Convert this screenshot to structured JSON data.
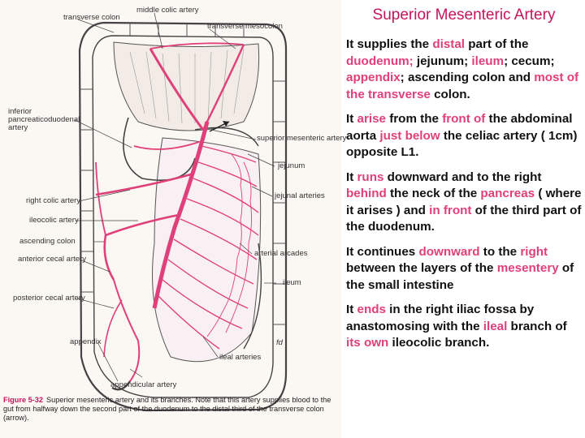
{
  "slide": {
    "title": "Superior Mesenteric Artery",
    "paragraphs": [
      [
        {
          "t": "It supplies the "
        },
        {
          "t": "distal",
          "h": true
        },
        {
          "t": " part of the "
        },
        {
          "t": "duodenum;",
          "h": true
        },
        {
          "t": " jejunum; "
        },
        {
          "t": "ileum",
          "h": true
        },
        {
          "t": "; cecum; "
        },
        {
          "t": "appendix",
          "h": true
        },
        {
          "t": "; ascending colon and "
        },
        {
          "t": "most of the transverse",
          "h": true
        },
        {
          "t": " colon."
        }
      ],
      [
        {
          "t": "It "
        },
        {
          "t": "arise",
          "h": true
        },
        {
          "t": " from the "
        },
        {
          "t": "front of",
          "h": true
        },
        {
          "t": " the abdominal aorta "
        },
        {
          "t": "just below",
          "h": true
        },
        {
          "t": " the celiac artery ( 1cm) opposite L1."
        }
      ],
      [
        {
          "t": "It "
        },
        {
          "t": "runs",
          "h": true
        },
        {
          "t": " downward and to the right "
        },
        {
          "t": "behind",
          "h": true
        },
        {
          "t": " the neck of the "
        },
        {
          "t": "pancreas",
          "h": true
        },
        {
          "t": " ( where it arises ) and "
        },
        {
          "t": "in front",
          "h": true
        },
        {
          "t": " of the third part of the duodenum."
        }
      ],
      [
        {
          "t": "It continues "
        },
        {
          "t": "downward",
          "h": true
        },
        {
          "t": " to the "
        },
        {
          "t": "right",
          "h": true
        },
        {
          "t": " between the layers of the "
        },
        {
          "t": "mesentery",
          "h": true
        },
        {
          "t": " of the small intestine"
        }
      ],
      [
        {
          "t": "It "
        },
        {
          "t": "ends",
          "h": true
        },
        {
          "t": " in the right iliac fossa by anastomosing with the "
        },
        {
          "t": "ileal",
          "h": true
        },
        {
          "t": " branch of "
        },
        {
          "t": "its own",
          "h": true
        },
        {
          "t": " ileocolic branch."
        }
      ]
    ]
  },
  "figure": {
    "labels": {
      "transverse_colon": "transverse colon",
      "middle_colic_artery": "middle colic artery",
      "transverse_mesocolon": "transverse mesocolon",
      "inferior_pancreaticoduodenal": "inferior pancreaticoduodenal artery",
      "superior_mesenteric_artery": "superior mesenteric artery",
      "jejunum": "jejunum",
      "right_colic_artery": "right colic artery",
      "jejunal_arteries": "jejunal arteries",
      "ileocolic_artery": "ileocolic artery",
      "ascending_colon": "ascending colon",
      "arterial_arcades": "arterial arcades",
      "anterior_cecal_artery": "anterior cecal artery",
      "ileum": "ileum",
      "posterior_cecal_artery": "posterior cecal artery",
      "appendix": "appendix",
      "ileal_arteries": "ileal arteries",
      "appendicular_artery": "appendicular artery",
      "signature": "fd"
    },
    "caption_number": "Figure 5-32",
    "caption_text": "Superior mesenteric artery and its branches. Note that this artery supplies blood to the gut from halfway down the second part of the duodenum to the distal third of the transverse colon (arrow).",
    "colors": {
      "artery": "#e0407a",
      "accent": "#c4145c",
      "outline": "#444444"
    }
  }
}
